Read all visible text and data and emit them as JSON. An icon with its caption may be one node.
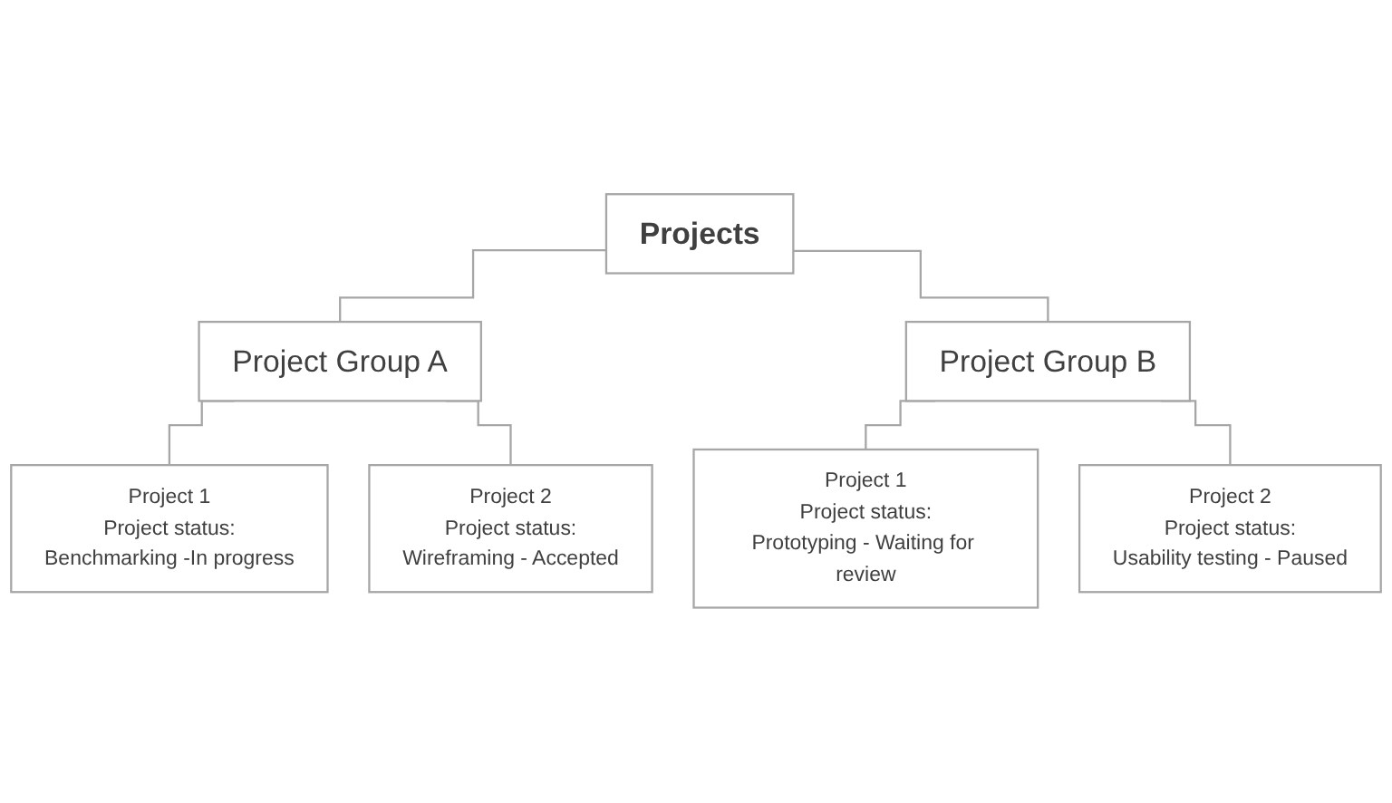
{
  "diagram": {
    "nodes": [
      {
        "text": [
          "Projects"
        ]
      },
      {
        "text": [
          "Project Group A"
        ]
      },
      {
        "text": [
          "Project Group B"
        ]
      },
      {
        "text": [
          "Project 1",
          "Project status:",
          "Benchmarking -In progress"
        ]
      },
      {
        "text": [
          "Project 2",
          "Project status:",
          "Wireframing - Accepted"
        ]
      },
      {
        "text": [
          "Project 1",
          "Project status:",
          "Prototyping - Waiting for review"
        ]
      },
      {
        "text": [
          "Project 2",
          "Project status:",
          "Usability testing - Paused"
        ]
      }
    ],
    "edges": [
      {
        "from": 0,
        "to": 1,
        "arrow": "none"
      },
      {
        "from": 0,
        "to": 2,
        "arrow": "none"
      },
      {
        "from": 1,
        "to": 3,
        "arrow": "none"
      },
      {
        "from": 1,
        "to": 4,
        "arrow": "none"
      },
      {
        "from": 2,
        "to": 5,
        "arrow": "none"
      },
      {
        "from": 2,
        "to": 6,
        "arrow": "none"
      }
    ]
  }
}
